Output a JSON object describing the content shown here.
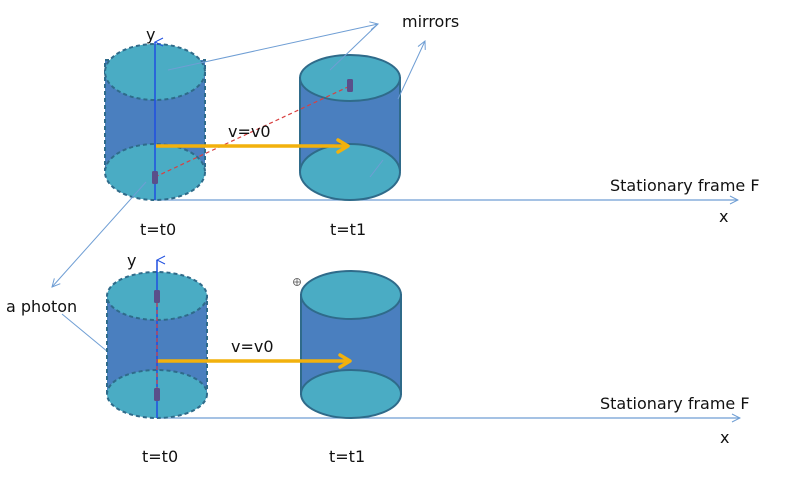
{
  "labels": {
    "mirrors": "mirrors",
    "photon": "a photon",
    "velocity_top": "v=v0",
    "velocity_bottom": "v=v0",
    "frame_top": "Stationary frame F",
    "frame_bottom": "Stationary frame F",
    "x_top": "x",
    "x_bottom": "x",
    "y_top": "y",
    "y_bottom": "y",
    "t0_top": "t=t0",
    "t1_top": "t=t1",
    "t0_bottom": "t=t0",
    "t1_bottom": "t=t1"
  },
  "colors": {
    "cylinder_body": "#4a7fbf",
    "cylinder_cap": "#4aacc4",
    "cylinder_edge": "#2f6b8a",
    "velocity_arrow": "#f2b10c",
    "axis": "#6f9ed4",
    "y_axis": "#1f4fe0",
    "photon_path": "#d94040",
    "photon_marker": "#5a4f8a",
    "leader_line": "#6f9ed4"
  }
}
